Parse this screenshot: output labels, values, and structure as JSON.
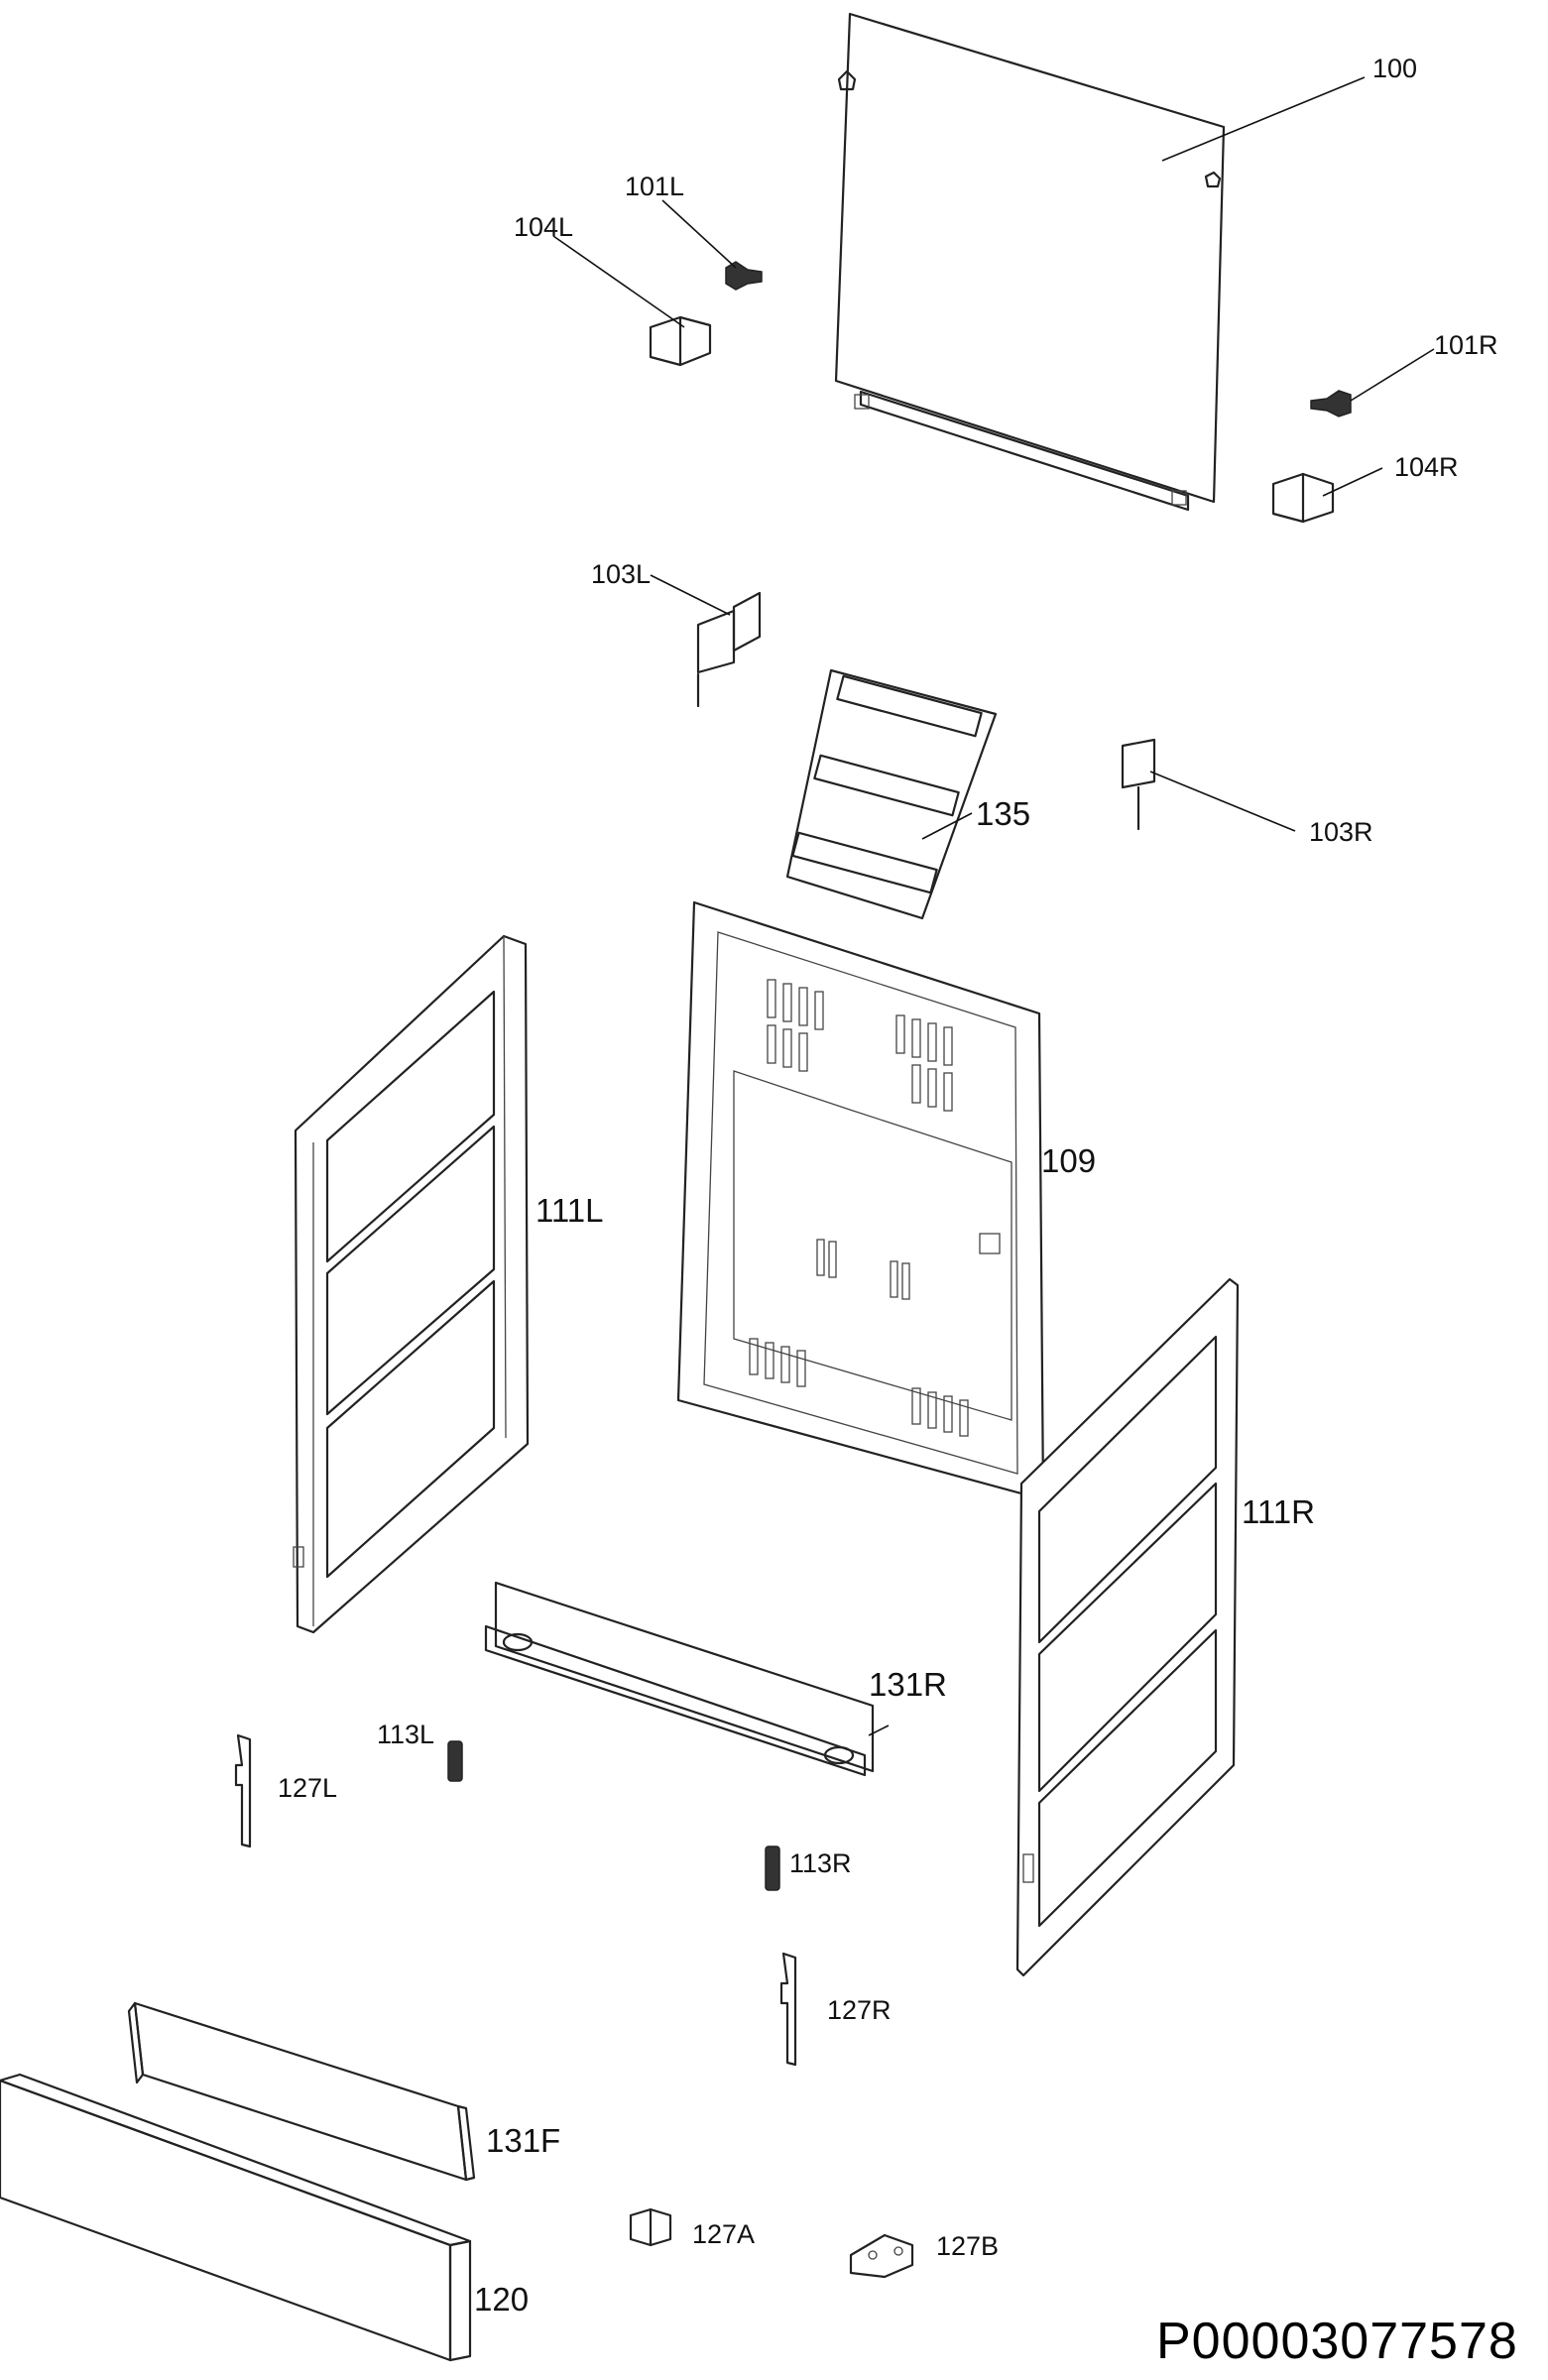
{
  "labels": {
    "p100": "100",
    "p101L": "101L",
    "p104L": "104L",
    "p101R": "101R",
    "p104R": "104R",
    "p103L": "103L",
    "p103R": "103R",
    "p135": "135",
    "p109": "109",
    "p111L": "111L",
    "p111R": "111R",
    "p131R": "131R",
    "p113L": "113L",
    "p127L": "127L",
    "p113R": "113R",
    "p127R": "127R",
    "p131F": "131F",
    "p127A": "127A",
    "p127B": "127B",
    "p120": "120"
  },
  "document_code": "P00003077578"
}
